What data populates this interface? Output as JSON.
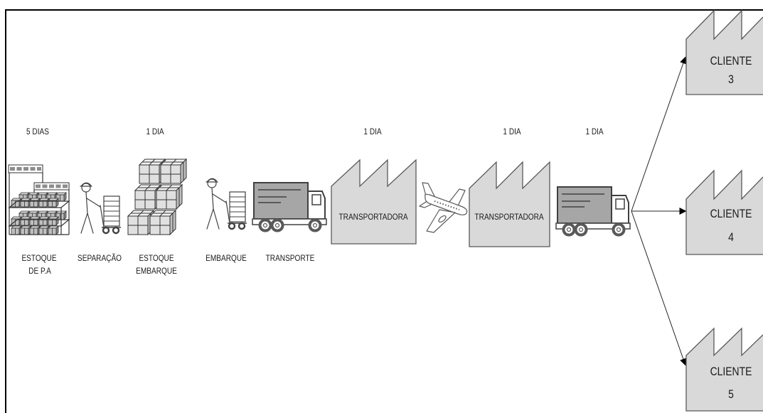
{
  "diagram": {
    "lead_times": {
      "estoque_pa": "5 DIAS",
      "estoque_embarque": "1 DIA",
      "transportadora_1": "1 DIA",
      "transportadora_2": "1 DIA",
      "transporte_final": "1 DIA"
    },
    "steps": {
      "estoque_pa": {
        "line1": "ESTOQUE",
        "line2": "DE P.A",
        "icon": "warehouse-shelves-icon"
      },
      "separacao": {
        "label": "SEPARAÇÃO",
        "icon": "worker-hand-truck-icon"
      },
      "estoque_embarque": {
        "line1": "ESTOQUE",
        "line2": "EMBARQUE",
        "icon": "stacked-boxes-icon"
      },
      "embarque": {
        "label": "EMBARQUE",
        "icon": "worker-hand-truck-icon"
      },
      "transporte": {
        "label": "TRANSPORTE",
        "icon": "truck-icon"
      }
    },
    "carriers": [
      {
        "label": "TRANSPORTADORA",
        "icon": "factory-icon"
      },
      {
        "label": "TRANSPORTADORA",
        "icon": "factory-icon"
      }
    ],
    "air_transport": {
      "icon": "airplane-icon"
    },
    "final_transport": {
      "icon": "truck-icon"
    },
    "clients": [
      {
        "label": "CLIENTE",
        "number": "3",
        "icon": "factory-icon"
      },
      {
        "label": "CLIENTE",
        "number": "4",
        "icon": "factory-icon"
      },
      {
        "label": "CLIENTE",
        "number": "5",
        "icon": "factory-icon"
      }
    ]
  },
  "colors": {
    "frame": "#000000",
    "factory_fill": "#d9d9d9",
    "outline": "#595959",
    "truck_cargo": "#a6a6a6",
    "text": "#1a1a1a"
  }
}
